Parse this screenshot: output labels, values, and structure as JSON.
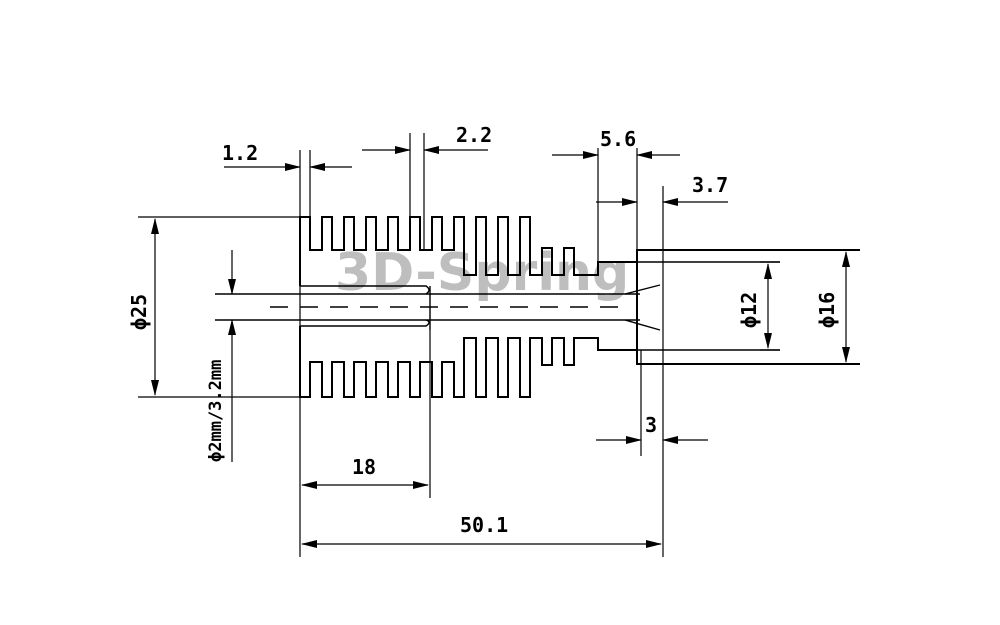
{
  "watermark": "3D-Spring",
  "dimensions": {
    "fin_thickness": "1.2",
    "fin_gap": "2.2",
    "tip_width": "5.6",
    "tip_step": "3.7",
    "outer_diameter": "ϕ25",
    "bore_diameter": "ϕ2mm/3.2mm",
    "hex_inner_diameter": "ϕ12",
    "hex_outer_diameter": "ϕ16",
    "end_length": "3",
    "bore_length": "18",
    "total_length": "50.1"
  }
}
